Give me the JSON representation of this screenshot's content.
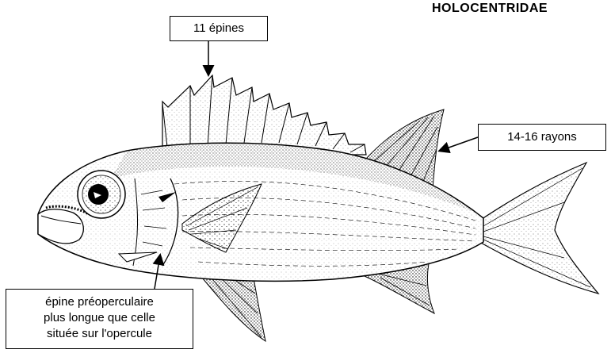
{
  "family_title": "HOLOCENTRIDAE",
  "labels": {
    "dorsal_spines": "11 épines",
    "dorsal_rays": "14-16 rayons",
    "preopercular_spine": [
      "épine préoperculaire",
      "plus longue que celle",
      "située sur l'opercule"
    ]
  },
  "colors": {
    "ink": "#000000",
    "background": "#ffffff"
  }
}
